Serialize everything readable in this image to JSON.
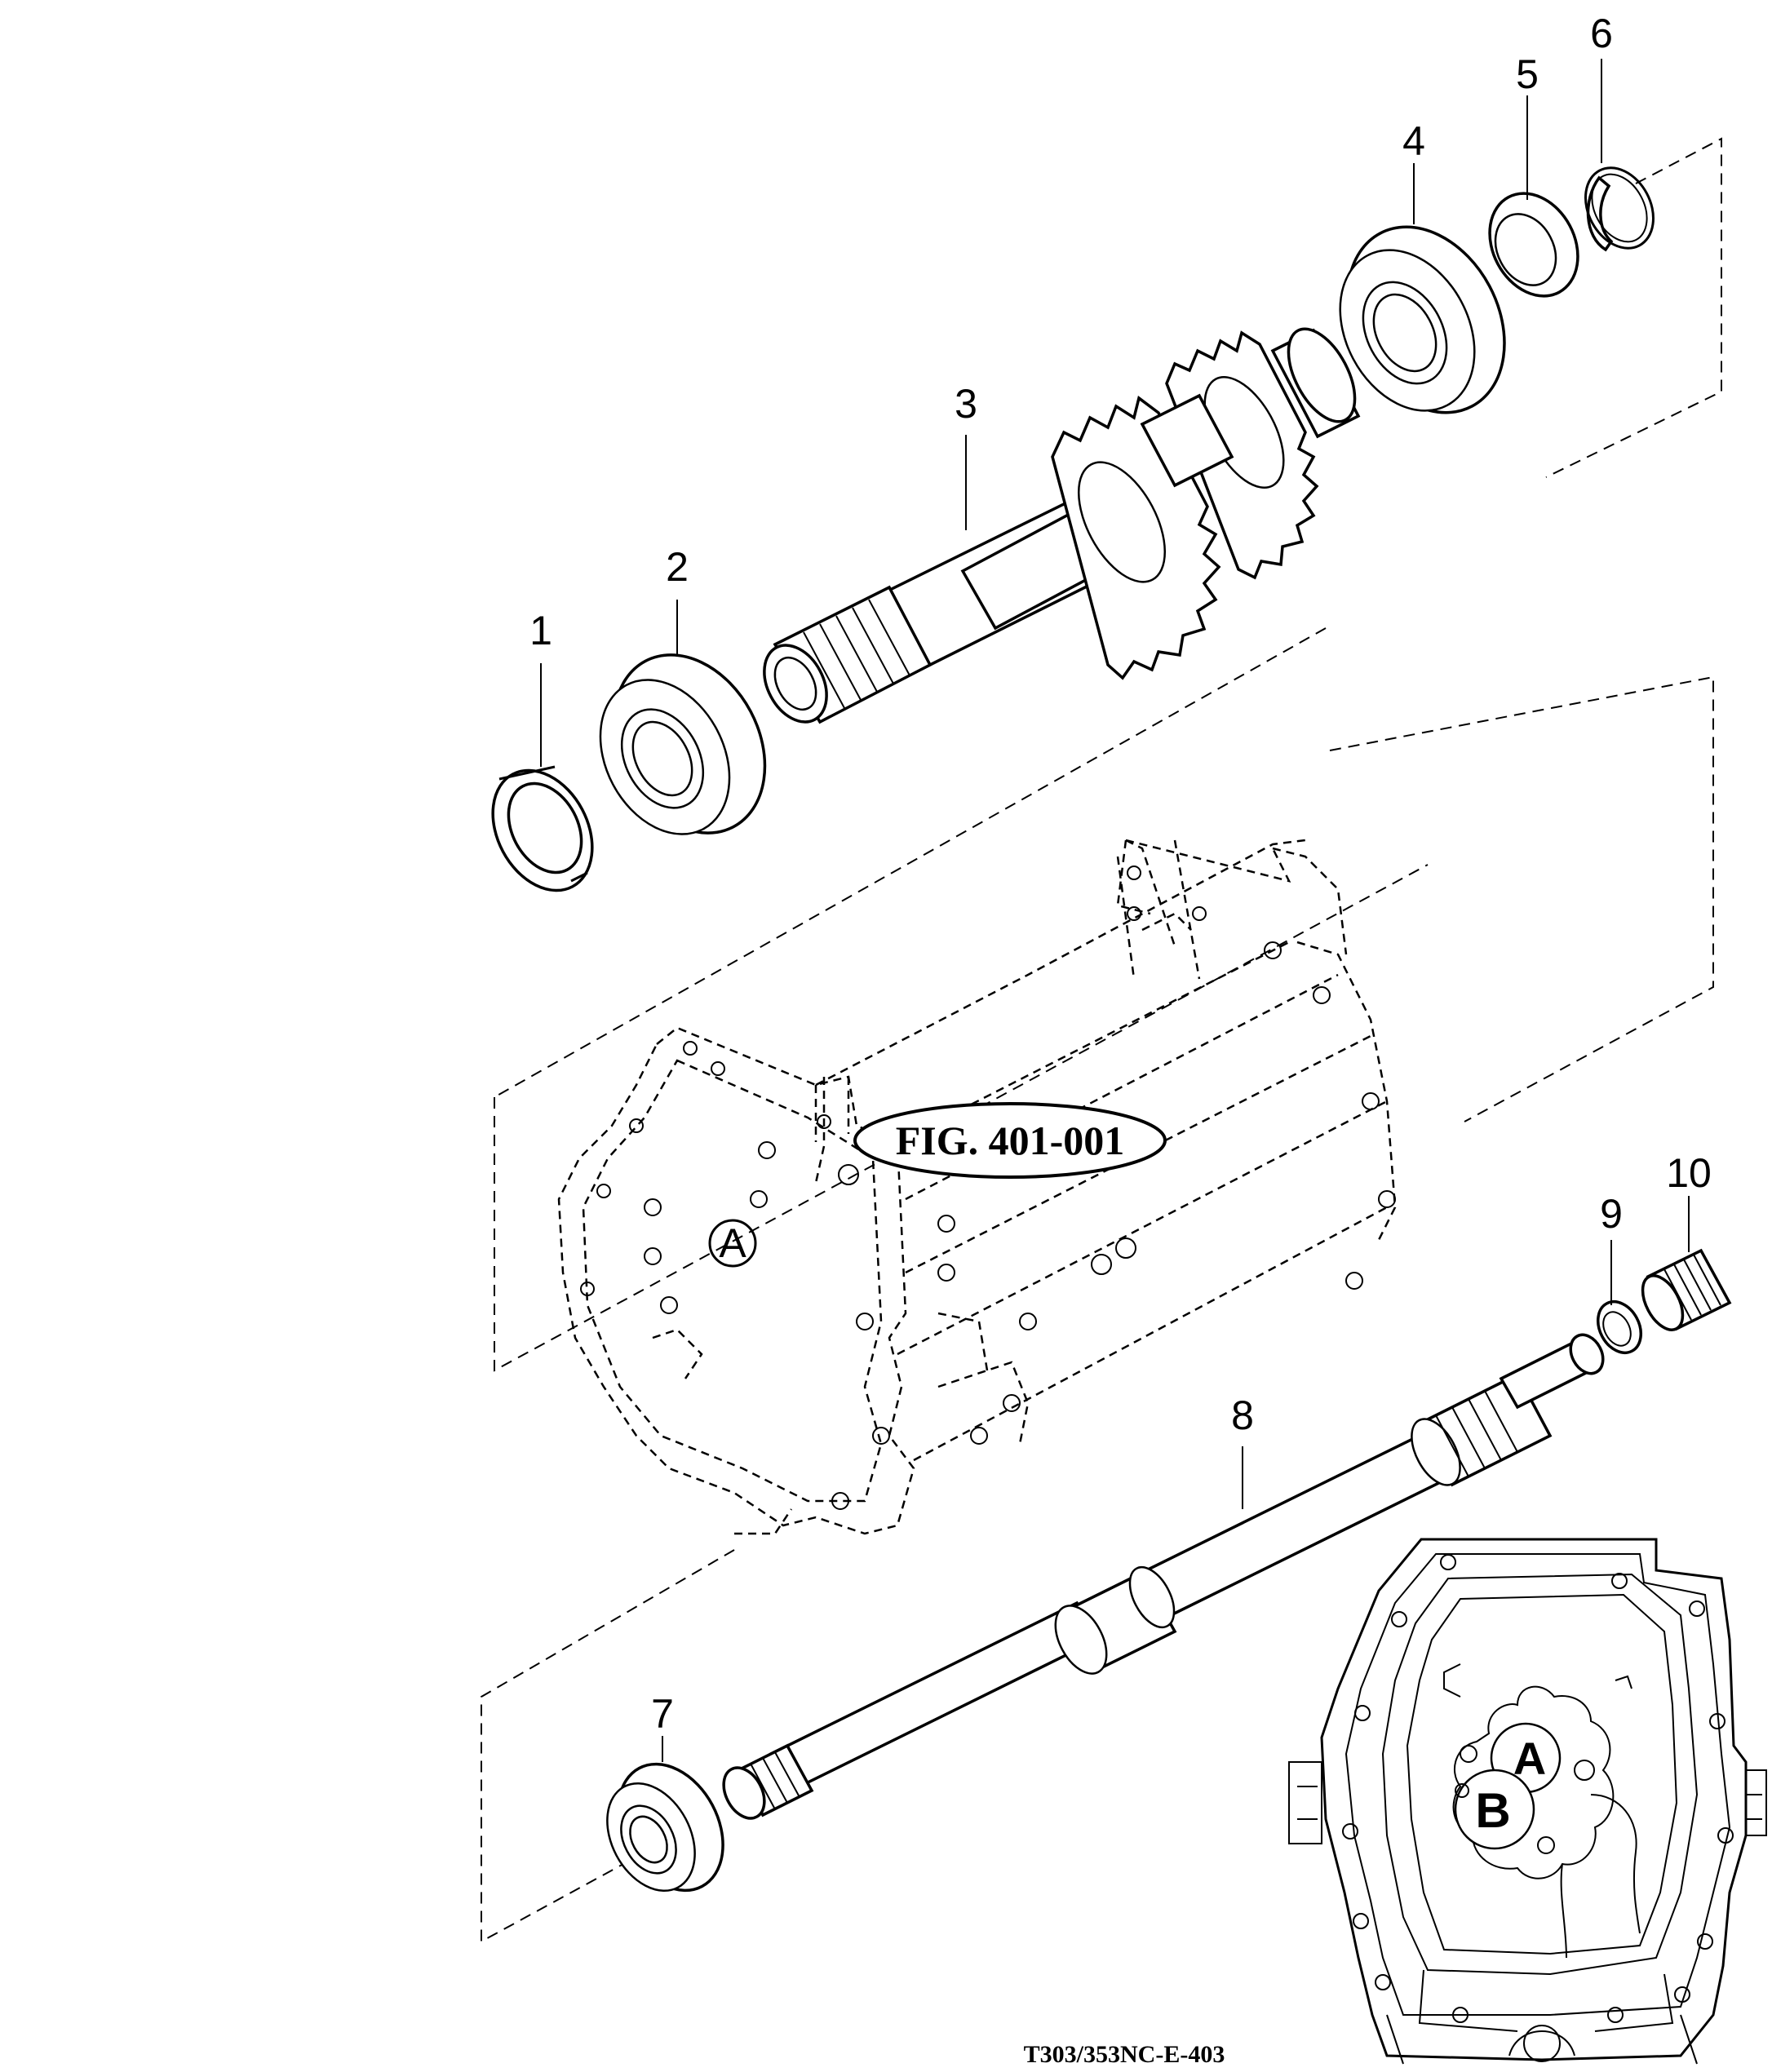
{
  "callouts": [
    "1",
    "2",
    "3",
    "4",
    "5",
    "6",
    "7",
    "8",
    "9",
    "10"
  ],
  "figure_ref": "FIG. 401-001",
  "detail_markers": {
    "a": "A",
    "b": "B"
  },
  "drawing_code": "T303/353NC-E-403"
}
